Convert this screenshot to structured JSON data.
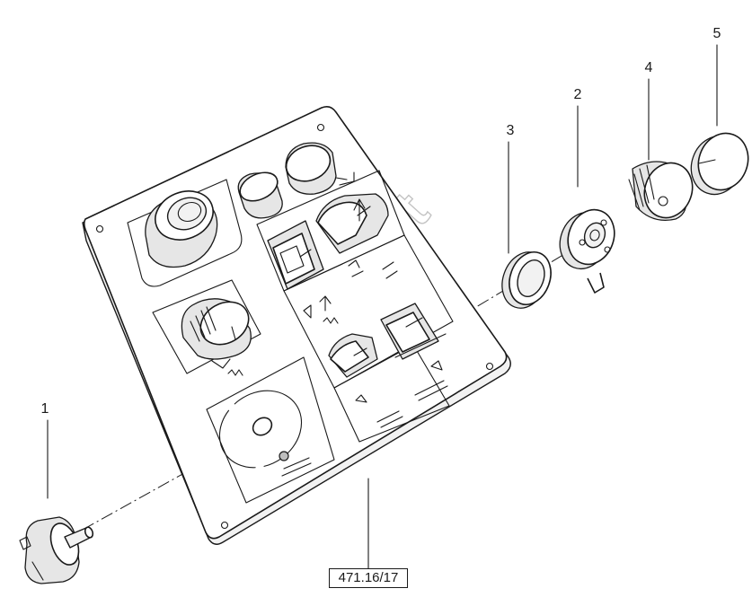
{
  "diagram": {
    "callouts": [
      {
        "label": "1"
      },
      {
        "label": "2"
      },
      {
        "label": "3"
      },
      {
        "label": "4"
      },
      {
        "label": "5"
      }
    ],
    "reference_code": "471.16/17",
    "watermark": "AutoSoft"
  }
}
